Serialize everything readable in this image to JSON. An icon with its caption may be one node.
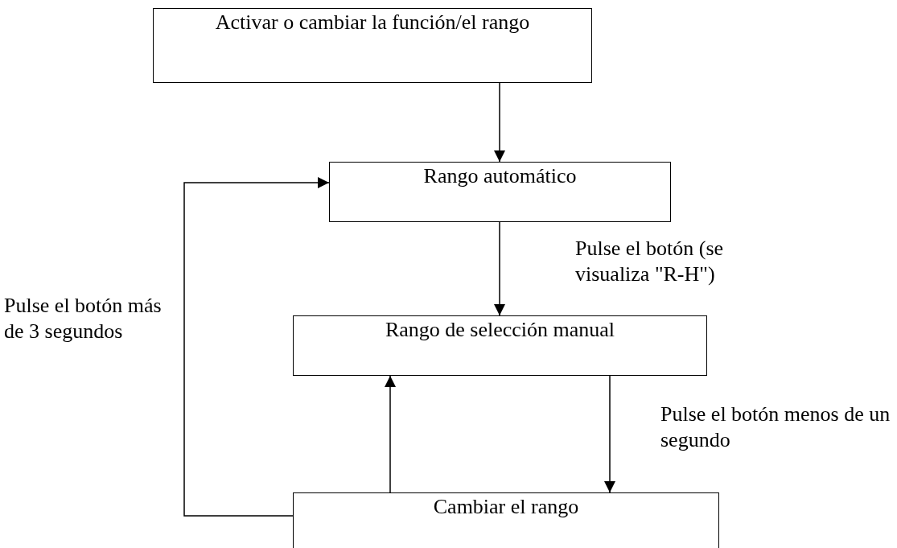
{
  "diagram": {
    "nodes": [
      {
        "text": [
          "Activar o cambiar la función/el rango"
        ]
      },
      {
        "text": [
          "Rango automático"
        ]
      },
      {
        "text": [
          "Rango de selección manual"
        ]
      },
      {
        "text": [
          "Cambiar el rango"
        ]
      }
    ],
    "edges": [
      {
        "from": 0,
        "to": 1,
        "arrow": "to"
      },
      {
        "from": 1,
        "to": 2,
        "arrow": "to",
        "label": "Pulse el botón (se visualiza \"R-H\")"
      },
      {
        "from": 2,
        "to": 3,
        "arrow": "to",
        "label": "Pulse el botón menos de un segundo"
      },
      {
        "from": 3,
        "to": 2,
        "arrow": "to"
      },
      {
        "from": 3,
        "to": 1,
        "arrow": "to",
        "label": "Pulse el botón más de 3 segundos"
      }
    ]
  }
}
